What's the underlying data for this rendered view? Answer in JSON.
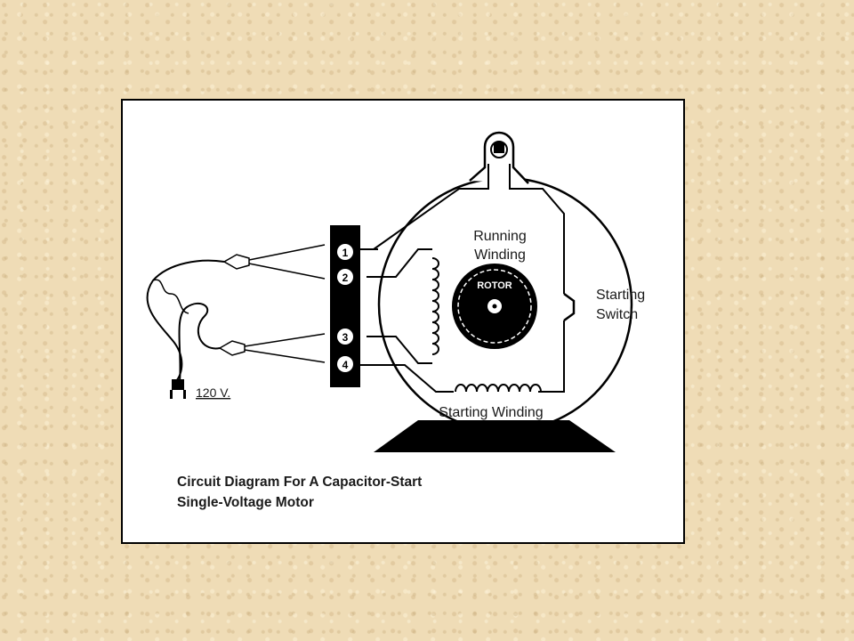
{
  "terminals": [
    "1",
    "2",
    "3",
    "4"
  ],
  "labels": {
    "running_winding_line1": "Running",
    "running_winding_line2": "Winding",
    "rotor": "ROTOR",
    "starting_switch_line1": "Starting",
    "starting_switch_line2": "Switch",
    "starting_winding": "Starting Winding",
    "voltage": "120 V."
  },
  "caption": {
    "line1": "Circuit Diagram For A Capacitor-Start",
    "line2": "Single-Voltage Motor"
  }
}
